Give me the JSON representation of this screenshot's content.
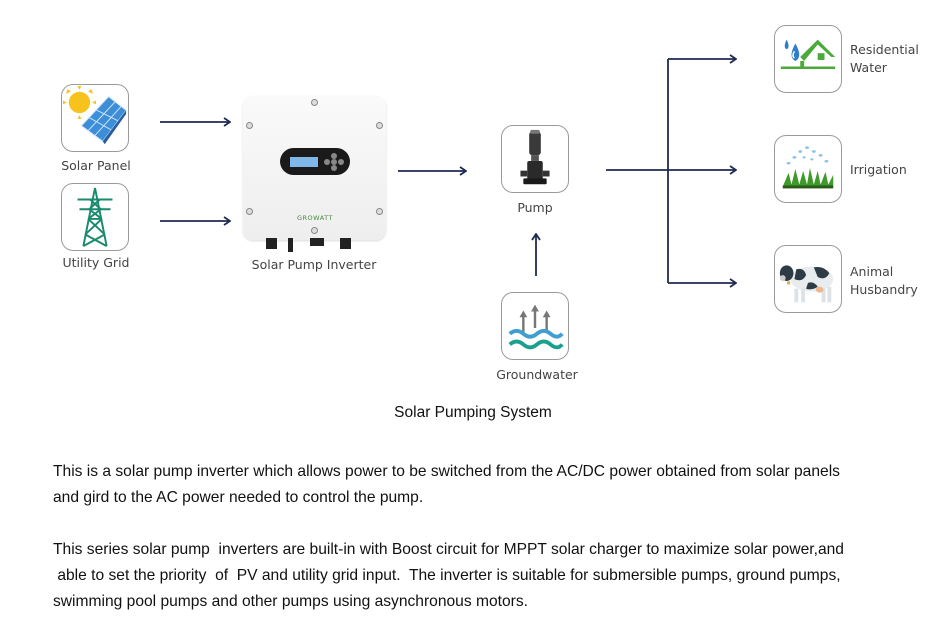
{
  "diagram": {
    "title": "Solar Pumping System",
    "inputs": [
      {
        "id": "solar-panel",
        "label": "Solar Panel",
        "icon": "solar-panel-icon"
      },
      {
        "id": "utility-grid",
        "label": "Utility Grid",
        "icon": "transmission-tower-icon"
      }
    ],
    "inverter": {
      "label": "Solar Pump Inverter",
      "brand": "GROWATT",
      "icon": "inverter-icon"
    },
    "pump": {
      "label": "Pump",
      "icon": "pump-icon"
    },
    "source": {
      "label": "Groundwater",
      "icon": "groundwater-icon"
    },
    "outputs": [
      {
        "id": "residential-water",
        "label": "Residential\nWater",
        "icon": "house-water-icon"
      },
      {
        "id": "irrigation",
        "label": "Irrigation",
        "icon": "sprinkler-grass-icon"
      },
      {
        "id": "animal-husbandry",
        "label": "Animal\nHusbandry",
        "icon": "cow-icon"
      }
    ],
    "edges": [
      {
        "from": "Solar Panel",
        "to": "Solar Pump Inverter"
      },
      {
        "from": "Utility Grid",
        "to": "Solar Pump Inverter"
      },
      {
        "from": "Solar Pump Inverter",
        "to": "Pump"
      },
      {
        "from": "Groundwater",
        "to": "Pump"
      },
      {
        "from": "Pump",
        "to": "Residential Water"
      },
      {
        "from": "Pump",
        "to": "Irrigation"
      },
      {
        "from": "Pump",
        "to": "Animal Husbandry"
      }
    ],
    "arrow_color": "#1f2a52"
  },
  "description": {
    "paragraph1": [
      "This is a solar pump inverter which allows power to be switched from the AC/DC power obtained from solar panels",
      "and gird to the AC power needed to control the pump."
    ],
    "paragraph2": [
      "This series solar pump  inverters are built-in with Boost circuit for MPPT solar charger to maximize solar power,and",
      " able to set the priority  of  PV and utility grid input.  The inverter is suitable for submersible pumps, ground pumps,",
      "swimming pool pumps and other pumps using asynchronous motors."
    ]
  }
}
